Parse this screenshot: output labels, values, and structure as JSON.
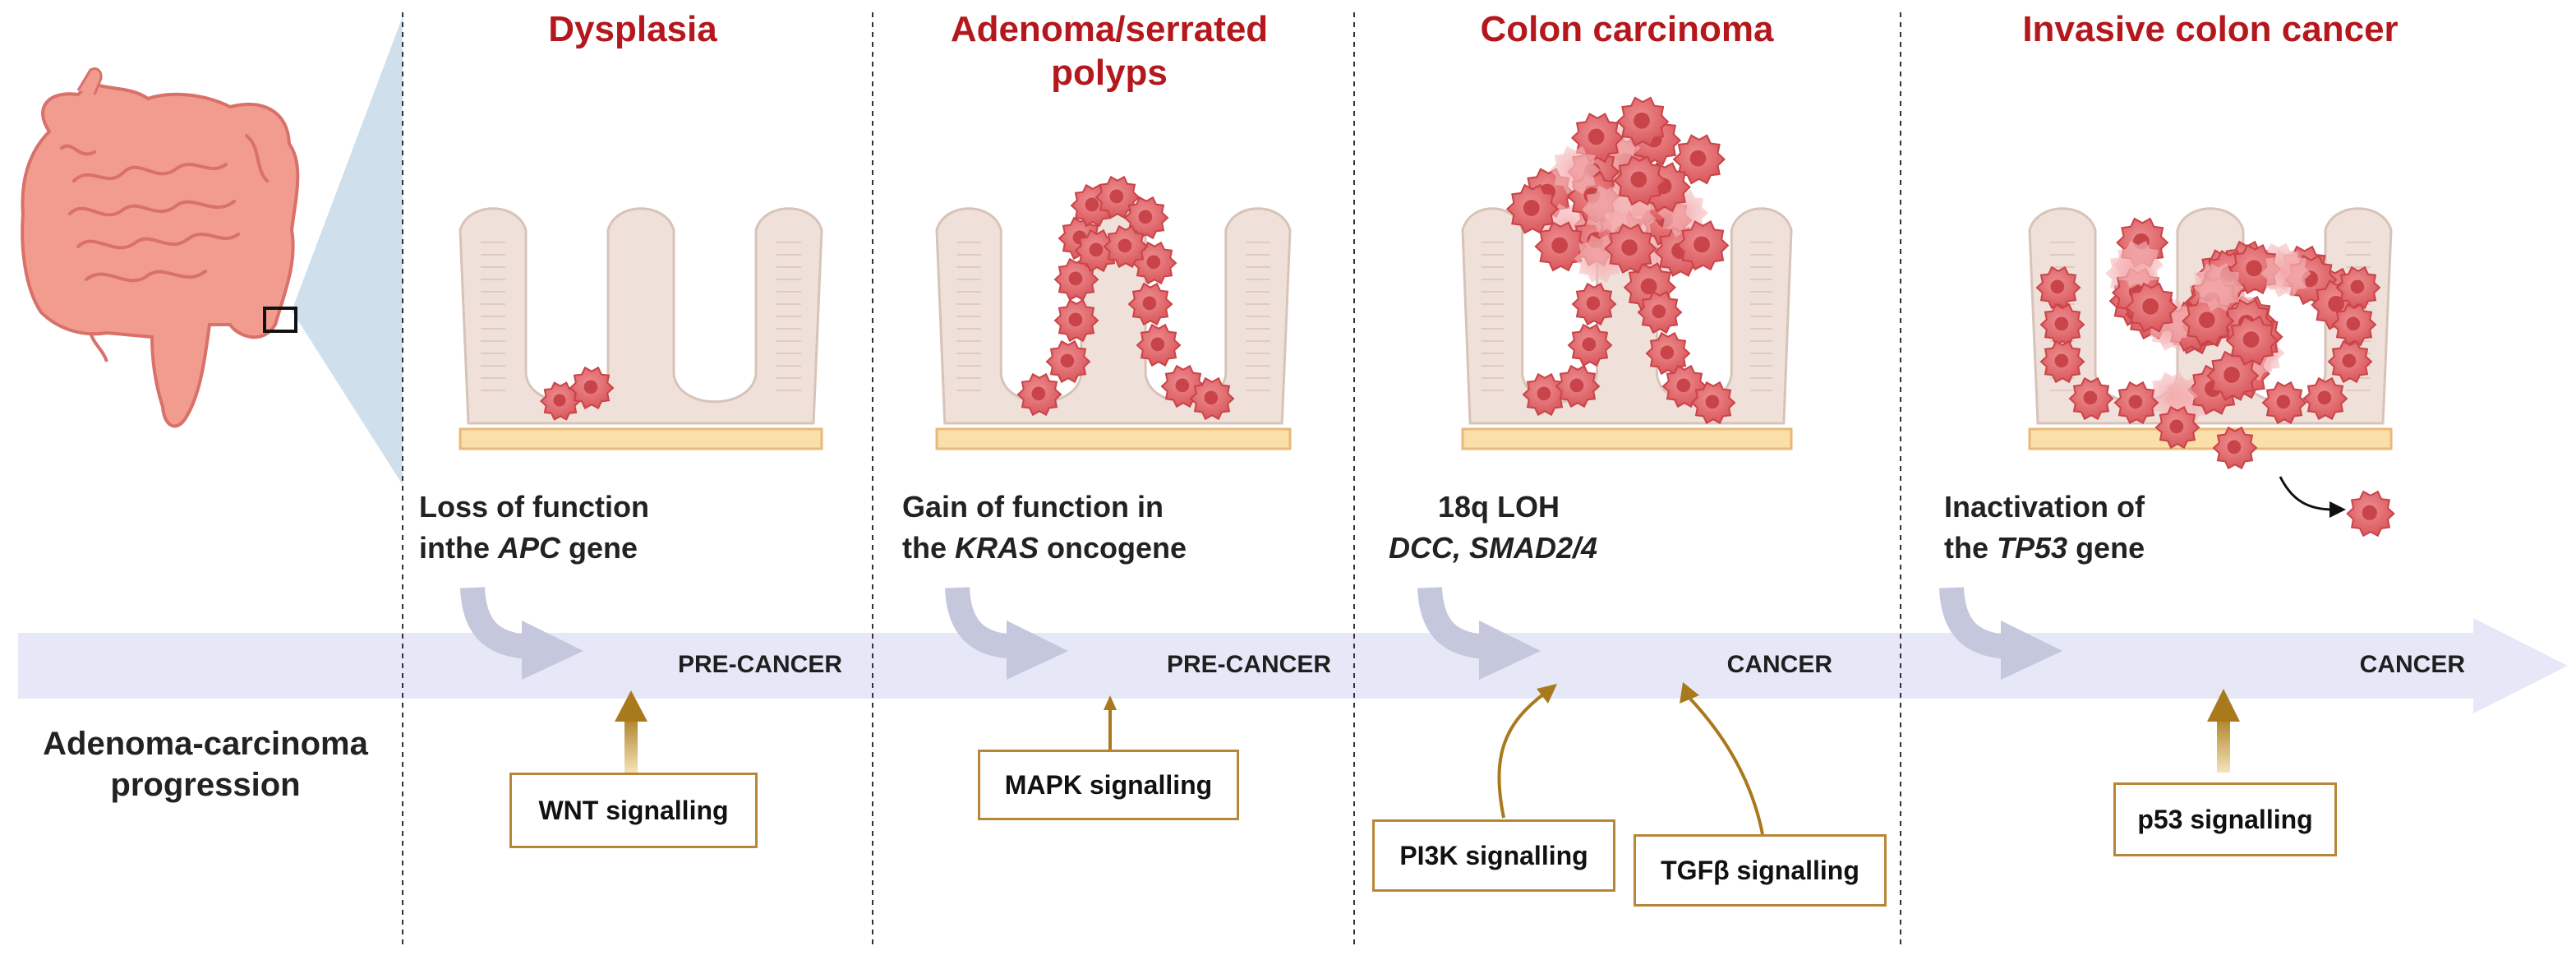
{
  "stages": [
    {
      "title": "Dysplasia",
      "mutation": {
        "line1_pre": "Loss of function",
        "line2_pre": "inthe ",
        "gene": "APC",
        "line2_post": " gene"
      },
      "stage_label": "PRE-CANCER",
      "pathways": [
        "WNT signalling"
      ]
    },
    {
      "title": "Adenoma/serrated\npolyps",
      "mutation": {
        "line1_pre": "Gain of function in",
        "line2_pre": "the ",
        "gene": "KRAS",
        "line2_post": " oncogene"
      },
      "stage_label": "PRE-CANCER",
      "pathways": [
        "MAPK signalling"
      ]
    },
    {
      "title": "Colon carcinoma",
      "mutation": {
        "line1_pre": "18q LOH",
        "line2_pre": "",
        "gene": "DCC, SMAD2/4",
        "line2_post": ""
      },
      "stage_label": "CANCER",
      "pathways": [
        "PI3K signalling",
        "TGFβ signalling"
      ]
    },
    {
      "title": "Invasive colon cancer",
      "mutation": {
        "line1_pre": "Inactivation of",
        "line2_pre": "the ",
        "gene": "TP53",
        "line2_post": " gene"
      },
      "stage_label": "CANCER",
      "pathways": [
        "p53 signalling"
      ]
    }
  ],
  "progression_label": "Adenoma-carcinoma\nprogression",
  "colors": {
    "title_red": "#b5181c",
    "arrow_band": "#e6e8f7",
    "curved_arrow": "#c5c7dc",
    "pathway_border": "#b8863b",
    "pathway_arrow": "#a87a1c",
    "tissue_fill": "#efe1da",
    "tissue_stroke": "#d8c3b8",
    "cell_red": "#e06a6e",
    "cell_dark": "#c94448",
    "basement": "#fbdfa8",
    "intestine": "#f29b8f",
    "zoom_blue": "#cfe0ec"
  },
  "icons": [
    "intestine-illustration",
    "zoom-box-icon",
    "crypt-illustration",
    "tumor-cell-icon",
    "curved-arrow-icon",
    "up-arrow-icon"
  ]
}
